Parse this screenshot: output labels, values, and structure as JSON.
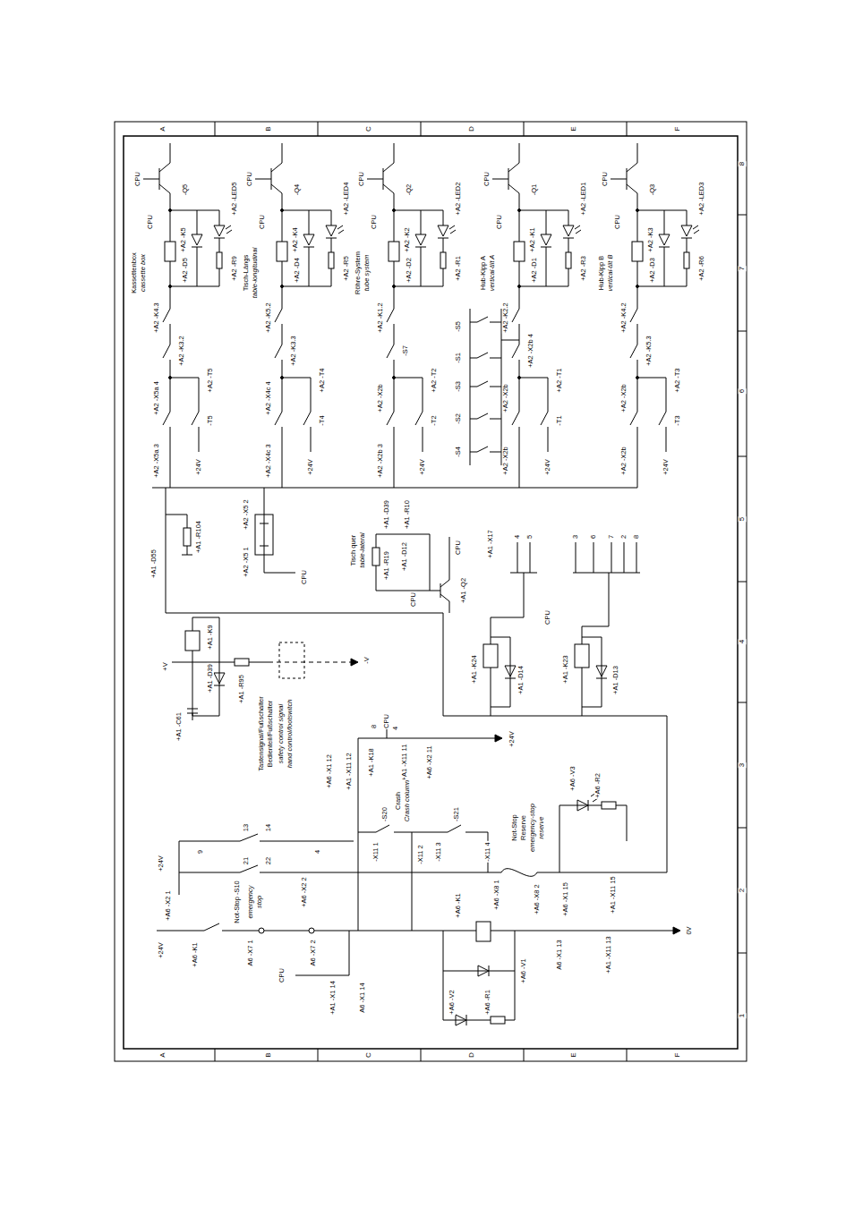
{
  "diagram": {
    "labels": [
      "A",
      "B",
      "C",
      "D",
      "E",
      "F",
      "8",
      "7",
      "6",
      "5",
      "4",
      "3",
      "2",
      "1",
      "A",
      "B",
      "C",
      "D",
      "E",
      "F",
      "CPU",
      "-Q5",
      "CPU",
      "+A2 -K5",
      "+A2 -LED5",
      "+A2 -D5",
      "+A2 -R9",
      "Kassettenbox",
      "cassette box",
      "+A2 -K4.3",
      "+A2 -K3.2",
      "+A2 -X5a 4",
      "-T5",
      "+24V",
      "+A2 -T5",
      "+A2 -X5a 3",
      "CPU",
      "-Q4",
      "CPU",
      "+A2 -K4",
      "+A2 -LED4",
      "+A2 -D4",
      "+A2 -R5",
      "Tisch-Längs",
      "table-longitudinal",
      "+A2 -K5.2",
      "+A2 -K3.3",
      "+A2 -X4c 4",
      "-T4",
      "+24V",
      "+A2 -T4",
      "+A2 -X4c 3",
      "CPU",
      "-Q2",
      "CPU",
      "+A2 -K2",
      "+A2 -LED2",
      "+A2 -D2",
      "+A2 -R1",
      "Röhre-System",
      "tube system",
      "+A2 -K1.2",
      "-S7",
      "+A2 -X2b",
      "-T2",
      "+24V",
      "+A2 -T2",
      "+A2 -X2b 3",
      "CPU",
      "-Q1",
      "CPU",
      "+A2 -K1",
      "+A2 -LED1",
      "+A2 -D1",
      "+A2 -R3",
      "Hub-Kipp A",
      "vertical-tilt A",
      "+A2 -K2.2",
      "+A2 -X2b 4",
      "+A2 -X2b",
      "-T1",
      "+24V",
      "+A2 -T1",
      "+A2 -X2b",
      "CPU",
      "-Q3",
      "CPU",
      "+A2 -K3",
      "+A2 -LED3",
      "+A2 -D3",
      "+A2 -R6",
      "Hub-Kipp B",
      "vertical-tilt B",
      "+A2 -K4.2",
      "+A2 -K5.3",
      "+A2 -X2b",
      "-T3",
      "+24V",
      "+A2 -T3",
      "+A2 -X2b",
      "-S5",
      "-S1",
      "-S3",
      "-S2",
      "-S4",
      "+A1 -D55",
      "+A1 -R104",
      "+A2 -X5 2",
      "+A2 -X5 1",
      "CPU",
      "Tisch quer",
      "table-lateral",
      "+A1 -R19",
      "+A1 -D12",
      "+A1 -D39",
      "+A1 -R10",
      "CPU",
      "+A1 -Q2",
      "CPU",
      "+A1 -X17",
      "4",
      "5",
      "3",
      "6",
      "7",
      "2",
      "8",
      "CPU",
      "+A1 -K24",
      "+A1 -D14",
      "+A1 -K23",
      "+A1 -D13",
      "+V",
      "+A1 -K9",
      "+A1 -D39",
      "+A1 -R95",
      "+A1 -C61",
      "-V",
      "Tastensignal/Fußschalter",
      "Bedienteil/Fußschalter",
      "safety control signal",
      "hand control/footswitch",
      "CPU",
      "8",
      "4",
      "+A1 -K18",
      "+A1 -X11 11",
      "+A6 -X2 11",
      "+24V",
      "+24V",
      "+A6 -X2 1",
      "9",
      "13",
      "14",
      "21",
      "22",
      "4",
      "Not-Stop -S10",
      "emergency",
      "stop",
      "+A6 -X2 2",
      "+A6 -X1 12",
      "+A1 -X11 12",
      "-S20",
      "Crash",
      "Crash column",
      "-S21",
      "-X11 1",
      "-X11 2",
      "-X11 3",
      "-X11 4",
      "Not-Stop",
      "Reserve",
      "emergency-stop",
      "reserve",
      "+A6 -V3",
      "+A6 -R2",
      "+A6 -X8 1",
      "+A6 -X8 2",
      "+A6 -X1 15",
      "+A1 -X11 15",
      "+24V",
      "+A6 -K1",
      "A6 -X7 1",
      "A6 -X7 2",
      "+A6 -K1",
      "+A6 -V1",
      "A6 -X1 13",
      "+A1 -X11 13",
      "0V",
      "CPU",
      "+A1 -X1 14",
      "A6 -X1 14",
      "+A6 -V2",
      "+A6 -R1"
    ]
  }
}
